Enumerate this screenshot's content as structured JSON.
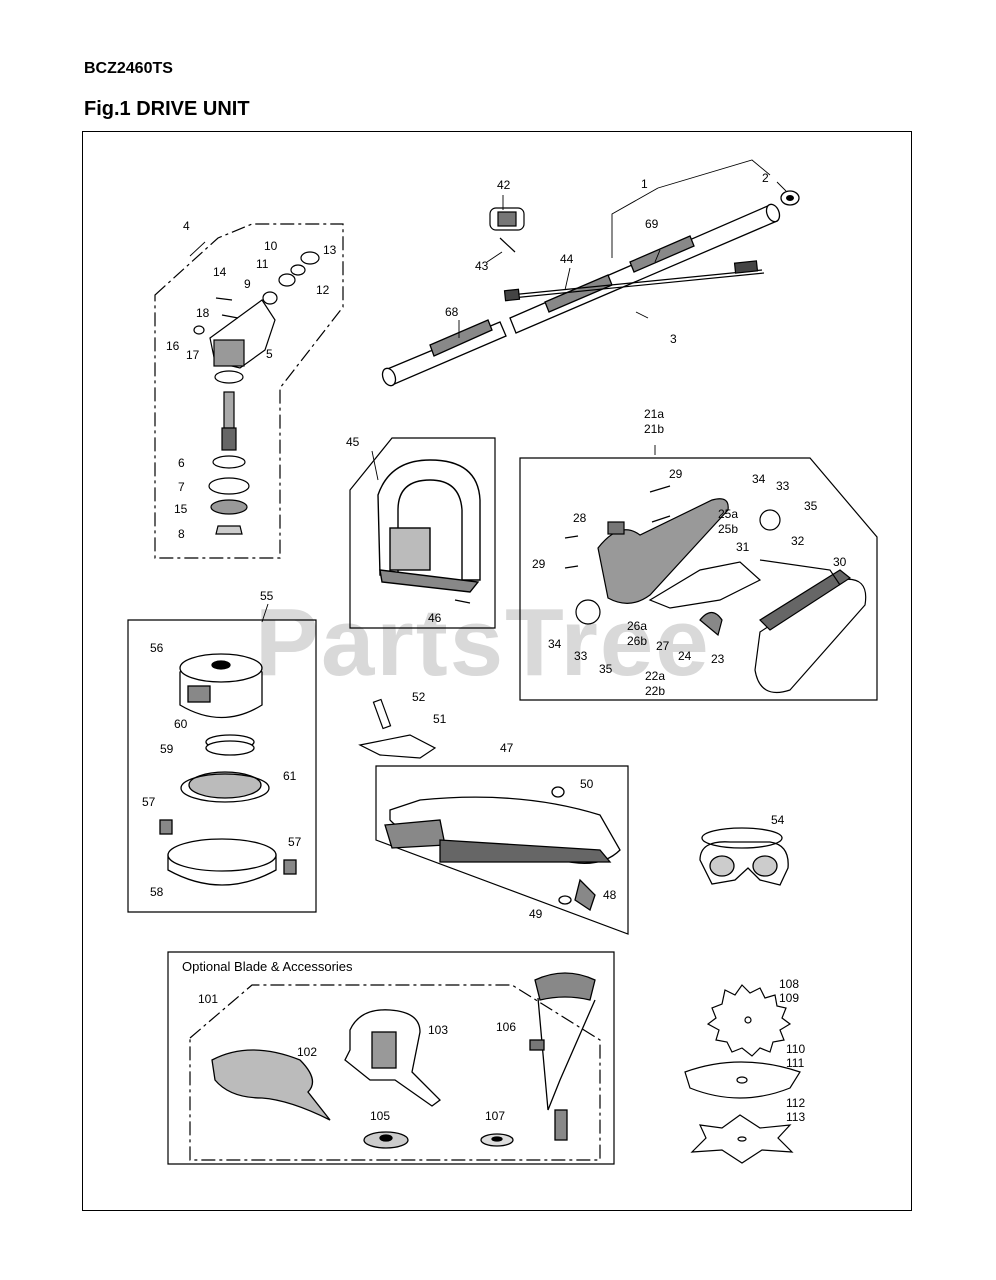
{
  "header": {
    "model": "BCZ2460TS",
    "figure_title": "Fig.1 DRIVE UNIT"
  },
  "watermark": "PartsTree",
  "optional_section": {
    "title": "Optional Blade & Accessories"
  },
  "callouts": {
    "c1": "1",
    "c2": "2",
    "c3": "3",
    "c4": "4",
    "c5": "5",
    "c6": "6",
    "c7": "7",
    "c8": "8",
    "c9": "9",
    "c10": "10",
    "c11": "11",
    "c12": "12",
    "c13": "13",
    "c14": "14",
    "c15": "15",
    "c16": "16",
    "c17": "17",
    "c18": "18",
    "c21": "21a",
    "c21b": "21b",
    "c22": "22a",
    "c22b": "22b",
    "c23": "23",
    "c24": "24",
    "c25": "25a",
    "c25b": "25b",
    "c26": "26a",
    "c26b": "26b",
    "c27": "27",
    "c28": "28",
    "c29a": "29",
    "c29b": "29",
    "c30": "30",
    "c31": "31",
    "c32": "32",
    "c33a": "33",
    "c33b": "33",
    "c34a": "34",
    "c34b": "34",
    "c35a": "35",
    "c35b": "35",
    "c42": "42",
    "c43": "43",
    "c44": "44",
    "c45": "45",
    "c46": "46",
    "c47": "47",
    "c48": "48",
    "c49": "49",
    "c50": "50",
    "c51": "51",
    "c52": "52",
    "c54": "54",
    "c55": "55",
    "c56": "56",
    "c57a": "57",
    "c57b": "57",
    "c58": "58",
    "c59": "59",
    "c60": "60",
    "c61": "61",
    "c68": "68",
    "c69": "69",
    "c101": "101",
    "c102": "102",
    "c103": "103",
    "c105": "105",
    "c106": "106",
    "c107": "107",
    "c108": "108",
    "c109": "109",
    "c110": "110",
    "c111": "111",
    "c112": "112",
    "c113": "113"
  }
}
